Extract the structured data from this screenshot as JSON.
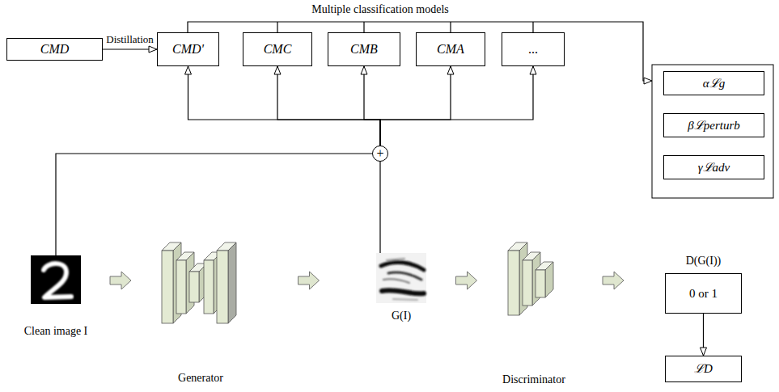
{
  "diagram": {
    "nodes": [
      {
        "text": [
          "CMD"
        ]
      },
      {
        "text": [
          "CMD'"
        ]
      },
      {
        "text": [
          "CMC"
        ]
      },
      {
        "text": [
          "CMB"
        ]
      },
      {
        "text": [
          "CMA"
        ]
      },
      {
        "text": [
          "..."
        ]
      },
      {
        "text": [
          "αℒg"
        ]
      },
      {
        "text": [
          "βℒperturb"
        ]
      },
      {
        "text": [
          "γℒadv"
        ]
      },
      {
        "text": [
          "+"
        ]
      },
      {
        "text": [
          "Clean image I"
        ]
      },
      {
        "text": [
          "Generator"
        ]
      },
      {
        "text": [
          "G(I)"
        ]
      },
      {
        "text": [
          "Discriminator"
        ]
      },
      {
        "text": [
          "D(G(I))",
          "0 or 1"
        ]
      },
      {
        "text": [
          "ℒD"
        ]
      }
    ],
    "edges": [
      {
        "from": 0,
        "to": 1,
        "arrow": "to",
        "label": "Distillation"
      },
      {
        "from": 9,
        "to": 1,
        "arrow": "to"
      },
      {
        "from": 9,
        "to": 2,
        "arrow": "to"
      },
      {
        "from": 9,
        "to": 3,
        "arrow": "to"
      },
      {
        "from": 9,
        "to": 4,
        "arrow": "to"
      },
      {
        "from": 9,
        "to": 5,
        "arrow": "to"
      },
      {
        "from": 10,
        "to": 9,
        "arrow": "none"
      },
      {
        "from": 12,
        "to": 9,
        "arrow": "none"
      },
      {
        "from": 10,
        "to": 11,
        "arrow": "to"
      },
      {
        "from": 11,
        "to": 12,
        "arrow": "to"
      },
      {
        "from": 12,
        "to": 13,
        "arrow": "to"
      },
      {
        "from": 13,
        "to": 14,
        "arrow": "to"
      },
      {
        "from": 14,
        "to": 15,
        "arrow": "to"
      }
    ],
    "labels": [
      "Multiple classification models"
    ]
  }
}
